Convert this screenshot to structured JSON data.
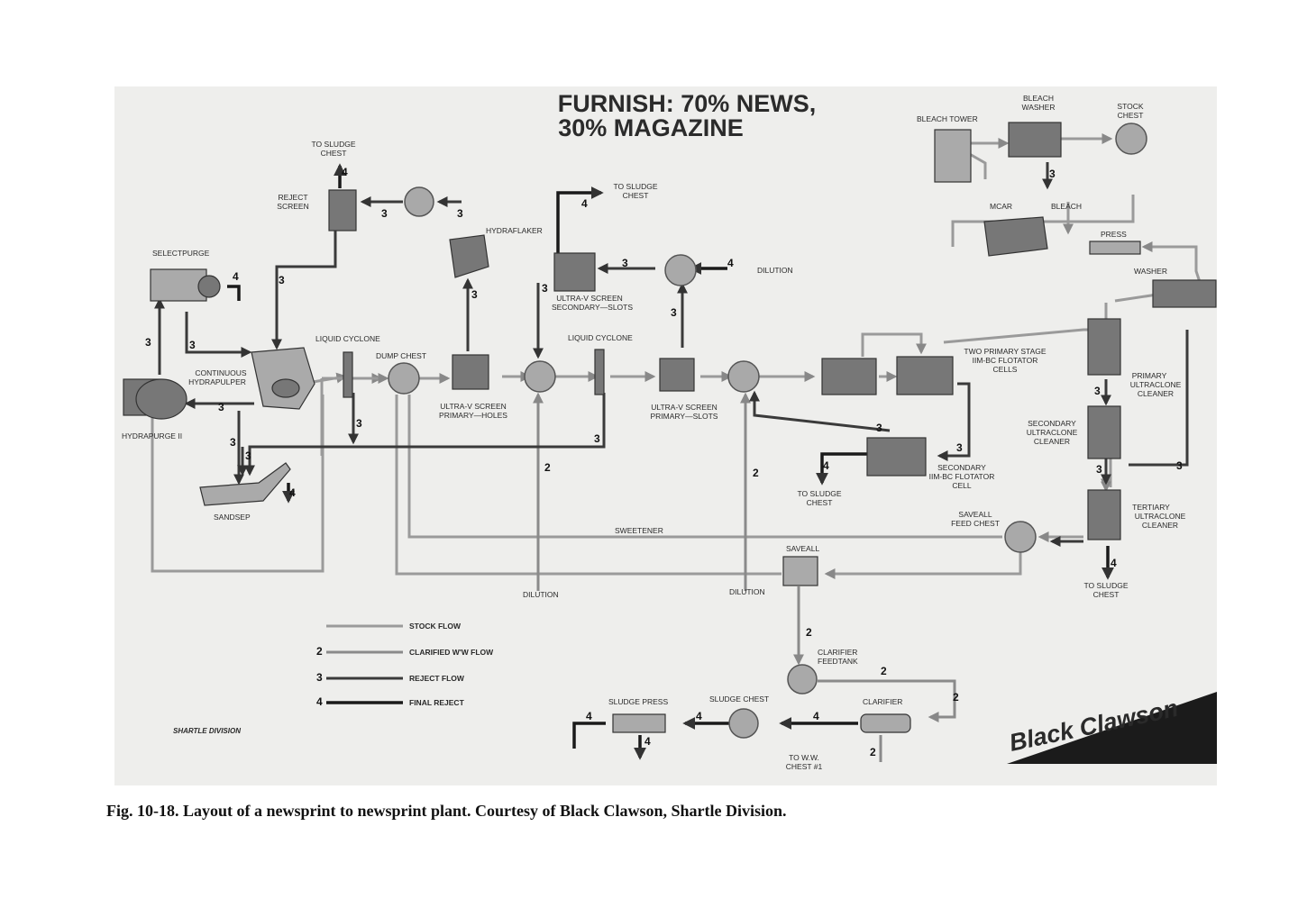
{
  "title": {
    "line1": "FURNISH: 70% NEWS,",
    "line2": "30% MAGAZINE"
  },
  "caption": "Fig. 10-18.  Layout of a newsprint to newsprint plant.  Courtesy of Black Clawson, Shartle Division.",
  "brand": "Black Clawson",
  "division": "SHARTLE DIVISION",
  "equipment": {
    "selectpurge": "SELECTPURGE",
    "hydrapurge": "HYDRAPURGE II",
    "hydrapulper": [
      "CONTINUOUS",
      "HYDRAPULPER"
    ],
    "reject_screen": [
      "REJECT",
      "SCREEN"
    ],
    "to_sludge_chest_1": [
      "TO SLUDGE",
      "CHEST"
    ],
    "hydraflaker": "HYDRAFLAKER",
    "sandsep": "SANDSEP",
    "liquid_cyclone_1": "LIQUID CYCLONE",
    "dump_chest": "DUMP CHEST",
    "ultra_v_holes": [
      "ULTRA-V SCREEN",
      "PRIMARY—HOLES"
    ],
    "to_sludge_chest_2": [
      "TO SLUDGE",
      "CHEST"
    ],
    "ultra_v_secondary": [
      "ULTRA-V SCREEN",
      "SECONDARY—SLOTS"
    ],
    "dilution_top": "DILUTION",
    "liquid_cyclone_2": "LIQUID CYCLONE",
    "ultra_v_slots": [
      "ULTRA-V SCREEN",
      "PRIMARY—SLOTS"
    ],
    "two_primary": [
      "TWO PRIMARY STAGE",
      "IIM-BC FLOTATOR",
      "CELLS"
    ],
    "secondary_flotator": [
      "SECONDARY",
      "IIM-BC FLOTATOR",
      "CELL"
    ],
    "to_sludge_chest_3": [
      "TO SLUDGE",
      "CHEST"
    ],
    "bleach_tower": "BLEACH TOWER",
    "bleach_washer": [
      "BLEACH",
      "WASHER"
    ],
    "stock_chest": [
      "STOCK",
      "CHEST"
    ],
    "mcar": "MCAR",
    "bleach": "BLEACH",
    "press": "PRESS",
    "washer": "WASHER",
    "primary_ultraclone": [
      "PRIMARY",
      "ULTRACLONE",
      "CLEANER"
    ],
    "secondary_ultraclone": [
      "SECONDARY",
      "ULTRACLONE",
      "CLEANER"
    ],
    "tertiary_ultraclone": [
      "TERTIARY",
      "ULTRACLONE",
      "CLEANER"
    ],
    "to_sludge_chest_4": [
      "TO SLUDGE",
      "CHEST"
    ],
    "saveall_feed_chest": [
      "SAVEALL",
      "FEED CHEST"
    ],
    "sweetener": "SWEETENER",
    "saveall": "SAVEALL",
    "dilution_left": "DILUTION",
    "dilution_mid": "DILUTION",
    "clarifier_feedtank": [
      "CLARIFIER",
      "FEEDTANK"
    ],
    "clarifier": "CLARIFIER",
    "sludge_chest": "SLUDGE CHEST",
    "sludge_press": "SLUDGE PRESS",
    "to_ww_chest": [
      "TO W.W.",
      "CHEST #1"
    ]
  },
  "legend": [
    {
      "code": "",
      "label": "STOCK FLOW"
    },
    {
      "code": "2",
      "label": "CLARIFIED W'W FLOW"
    },
    {
      "code": "3",
      "label": "REJECT FLOW"
    },
    {
      "code": "4",
      "label": "FINAL REJECT"
    }
  ],
  "flow_codes": {
    "c3_hydrapurge_up": "3",
    "c3_select_down": "3",
    "c4_select": "4",
    "c3_pulper_back": "3",
    "c3_reject_down": "3",
    "c4_reject_up": "4",
    "c3_reject_in": "3",
    "c3_hydraflaker_in": "3",
    "c3_hydraflaker_down": "3",
    "c3_sandsep_a": "3",
    "c3_sandsep_b": "3",
    "c4_sandsep": "4",
    "c3_cyclone1": "3",
    "c3_cyclone2": "3",
    "c4_secondary_up": "4",
    "c3_secondary_in": "3",
    "c4_dilution": "4",
    "c3_secondary_down": "3",
    "c3_slots_up": "3",
    "c2_dilution_left": "2",
    "c2_dilution_mid": "2",
    "c3_flotator_back": "3",
    "c3_flotator_in": "3",
    "c4_flotator": "4",
    "c3_bleach_washer": "3",
    "c3_primary_clean": "3",
    "c3_secondary_clean": "3",
    "c3_washer_loop": "3",
    "c4_tertiary": "4",
    "c2_saveall": "2",
    "c2_feedtank": "2",
    "c2_clarifier": "2",
    "c4_clarifier": "4",
    "c4_sludge_chest": "4",
    "c4_press_out": "4",
    "c4_press_down": "4",
    "c2_ww": "2"
  }
}
